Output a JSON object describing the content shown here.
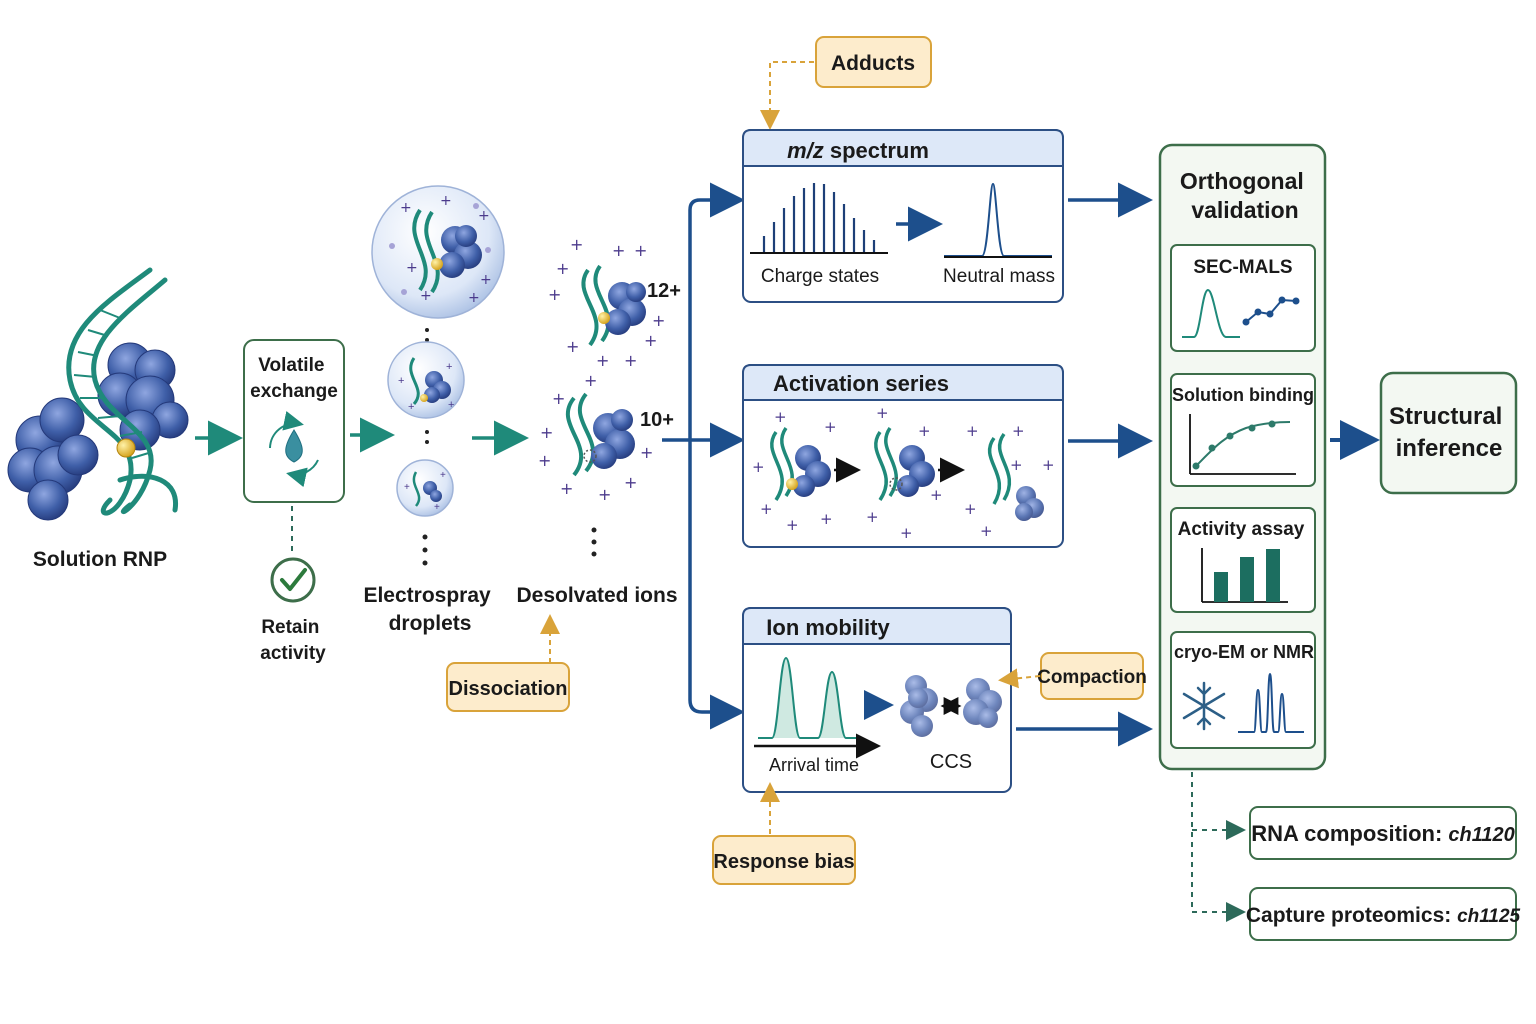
{
  "nodes": {
    "solution_rnp": "Solution RNP",
    "volatile_exchange": [
      "Volatile",
      "exchange"
    ],
    "retain_activity": [
      "Retain",
      "activity"
    ],
    "electrospray": [
      "Electrospray",
      "droplets"
    ],
    "desolvated": "Desolvated ions",
    "charge_12": "12+",
    "charge_10": "10+"
  },
  "annotations": {
    "adducts": "Adducts",
    "dissociation": "Dissociation",
    "response_bias": "Response bias",
    "compaction": "Compaction"
  },
  "panels": {
    "mz": {
      "title_italic": "m/z",
      "title_rest": " spectrum",
      "left_label": "Charge states",
      "right_label": "Neutral mass"
    },
    "activation": {
      "title": "Activation series"
    },
    "ion_mobility": {
      "title": "Ion mobility",
      "axis_label": "Arrival time",
      "ccs_label": "CCS"
    }
  },
  "validation": {
    "title": [
      "Orthogonal",
      "validation"
    ],
    "items": [
      "SEC-MALS",
      "Solution binding",
      "Activity assay",
      "cryo-EM or NMR"
    ]
  },
  "output": {
    "title": [
      "Structural",
      "inference"
    ]
  },
  "references": [
    {
      "label": "RNA composition: ",
      "ref": "ch1120"
    },
    {
      "label": "Capture proteomics: ",
      "ref": "ch1125"
    }
  ],
  "colors": {
    "teal": "#1f8a7a",
    "navy": "#1d4f8c",
    "orange": "#d9a33a",
    "green": "#3d6e4a",
    "protein": "#3f5fa8"
  }
}
